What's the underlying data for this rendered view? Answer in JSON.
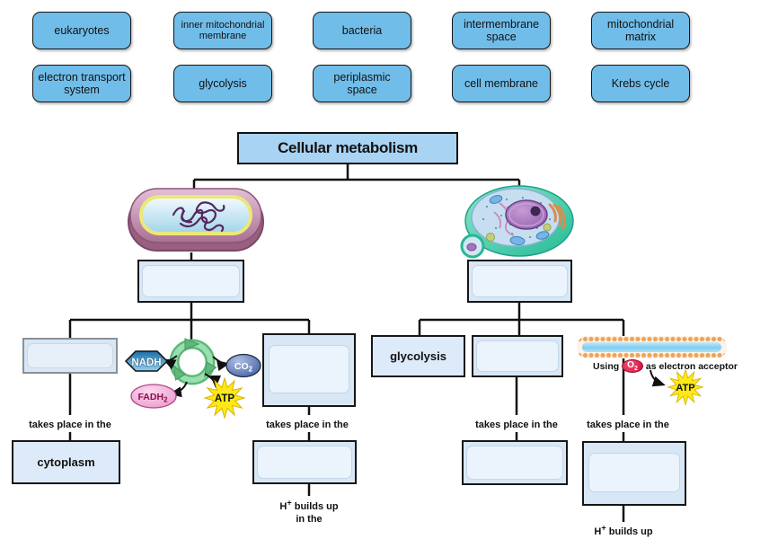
{
  "word_bank": {
    "items": [
      {
        "label": "eukaryotes"
      },
      {
        "label": "inner mitochondrial membrane"
      },
      {
        "label": "bacteria"
      },
      {
        "label": "intermembrane space"
      },
      {
        "label": "mitochondrial matrix"
      },
      {
        "label": "electron transport system"
      },
      {
        "label": "glycolysis"
      },
      {
        "label": "periplasmic space"
      },
      {
        "label": "cell membrane"
      },
      {
        "label": "Krebs cycle"
      }
    ]
  },
  "diagram": {
    "title": "Cellular metabolism",
    "answers": {
      "glycolysis": "glycolysis",
      "cytoplasm": "cytoplasm"
    },
    "captions": {
      "takes_place": "takes place in the",
      "h_base": "H",
      "h_sup": "+",
      "h_rest": " builds up",
      "in_the": "in the",
      "using": "Using",
      "o2_base": "O",
      "o2_sub": "2",
      "as_acceptor": "as electron acceptor"
    },
    "molecules": {
      "nadh": "NADH",
      "co2_base": "CO",
      "co2_sub": "2",
      "fadh2_base": "FADH",
      "fadh2_sub": "2",
      "atp": "ATP"
    }
  },
  "colors": {
    "word_bank_fill": "#71bde9",
    "title_fill": "#a9d3f3",
    "answer_fill": "#ddeaf9",
    "slot_fill": "#d8e7f6",
    "line": "#111111",
    "krebs_ring": "#6cc084",
    "atp_star": "#ffe818",
    "o2_red": "#cf0f38"
  }
}
